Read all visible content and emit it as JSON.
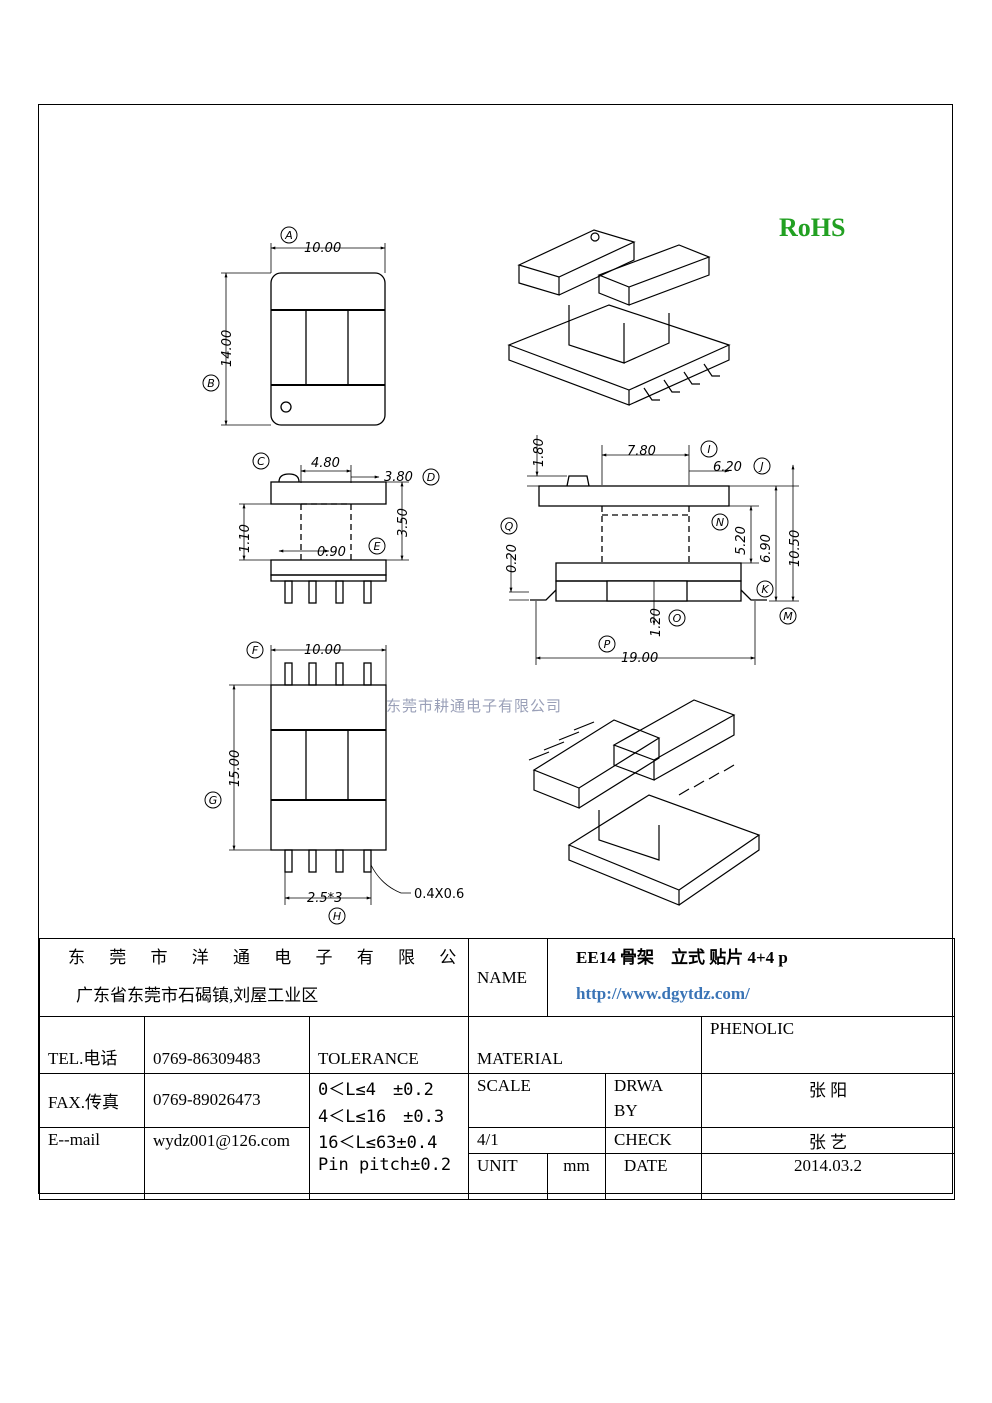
{
  "rohs": "RoHS",
  "watermark": "东莞市耕通电子有限公司",
  "dims": {
    "a": "10.00",
    "b": "14.00",
    "c": "4.80",
    "d": "3.80",
    "e1": "1.10",
    "e2": "0.90",
    "e3": "3.50",
    "i": "7.80",
    "j": "6.20",
    "h1": "1.80",
    "n": "5.20",
    "k": "6.90",
    "m": "10.50",
    "q": "0.20",
    "o": "1.20",
    "p": "19.00",
    "f": "10.00",
    "g": "15.00",
    "pitch": "2.5*3",
    "pin": "0.4X0.6"
  },
  "callouts": {
    "a": "A",
    "b": "B",
    "c": "C",
    "d": "D",
    "e": "E",
    "f": "F",
    "g": "G",
    "h": "H",
    "i": "I",
    "j": "J",
    "k": "K",
    "m": "M",
    "n": "N",
    "o": "O",
    "p": "P",
    "q": "Q"
  },
  "title_block": {
    "company": "东 莞 市 洋 通 电 子 有 限 公 司",
    "address": "广东省东莞市石碣镇,刘屋工业区",
    "name_label": "NAME",
    "product": "EE14 骨架　立式 贴片  4+4 p",
    "url": "http://www.dgytdz.com/",
    "tel_label": "TEL.电话",
    "tel": "0769-86309483",
    "fax_label": "FAX.传真",
    "fax": "0769-89026473",
    "email_label": "E--mail",
    "email": "wydz001@126.com",
    "tolerance_label": "TOLERANCE",
    "tol1": "0＜L≤4　±0.2",
    "tol2": "4＜L≤16　±0.3",
    "tol3": "16＜L≤63±0.4",
    "tol4": "Pin pitch±0.2",
    "material_label": "MATERIAL",
    "material": "PHENOLIC",
    "scale_label": "SCALE",
    "scale": "4/1",
    "drawn_label_1": "DRWA",
    "drawn_label_2": "BY",
    "drawn_by": "张 阳",
    "check_label": "CHECK",
    "checked_by": "张 艺",
    "unit_label": "UNIT",
    "unit": "mm",
    "date_label": "DATE",
    "date": "2014.03.2"
  }
}
